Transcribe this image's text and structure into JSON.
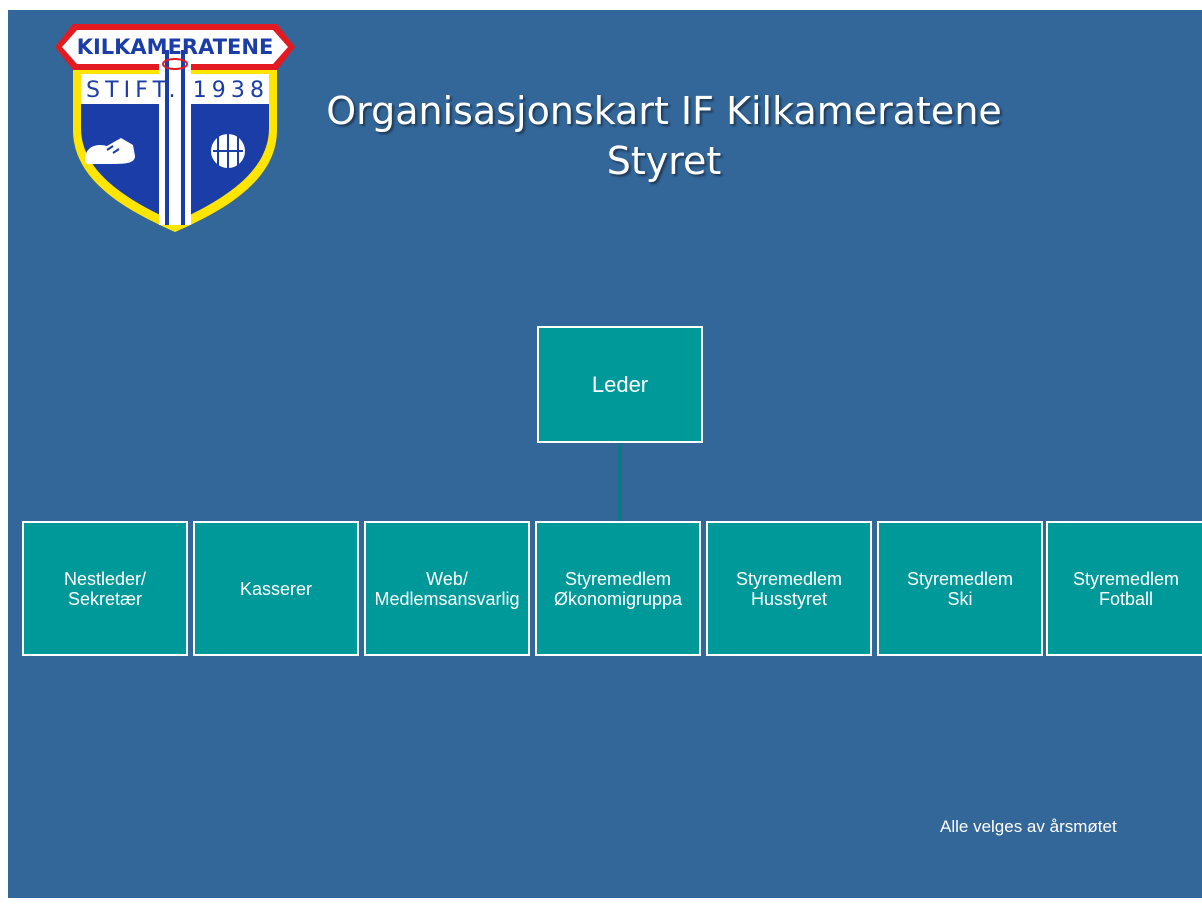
{
  "logo": {
    "top_text": "KILKAMERATENE",
    "band_text": "STIFT. 1938",
    "colors": {
      "red": "#e21b23",
      "yellow": "#ffe500",
      "blue": "#1a3da8",
      "white": "#ffffff"
    }
  },
  "title": {
    "line1": "Organisasjonskart IF Kilkameratene",
    "line2": "Styret"
  },
  "org": {
    "leader": "Leder",
    "members": [
      {
        "line1": "Nestleder/",
        "line2": "Sekretær"
      },
      {
        "line1": "Kasserer",
        "line2": ""
      },
      {
        "line1": "Web/",
        "line2": "Medlemsansvarlig"
      },
      {
        "line1": "Styremedlem",
        "line2": "Økonomigruppa"
      },
      {
        "line1": "Styremedlem",
        "line2": "Husstyret"
      },
      {
        "line1": "Styremedlem",
        "line2": "Ski"
      },
      {
        "line1": "Styremedlem",
        "line2": "Fotball"
      }
    ]
  },
  "note": "Alle velges av årsmøtet",
  "colors": {
    "background": "#336699",
    "box": "#009999",
    "border": "#ffffff",
    "connector": "#0e7a86"
  }
}
